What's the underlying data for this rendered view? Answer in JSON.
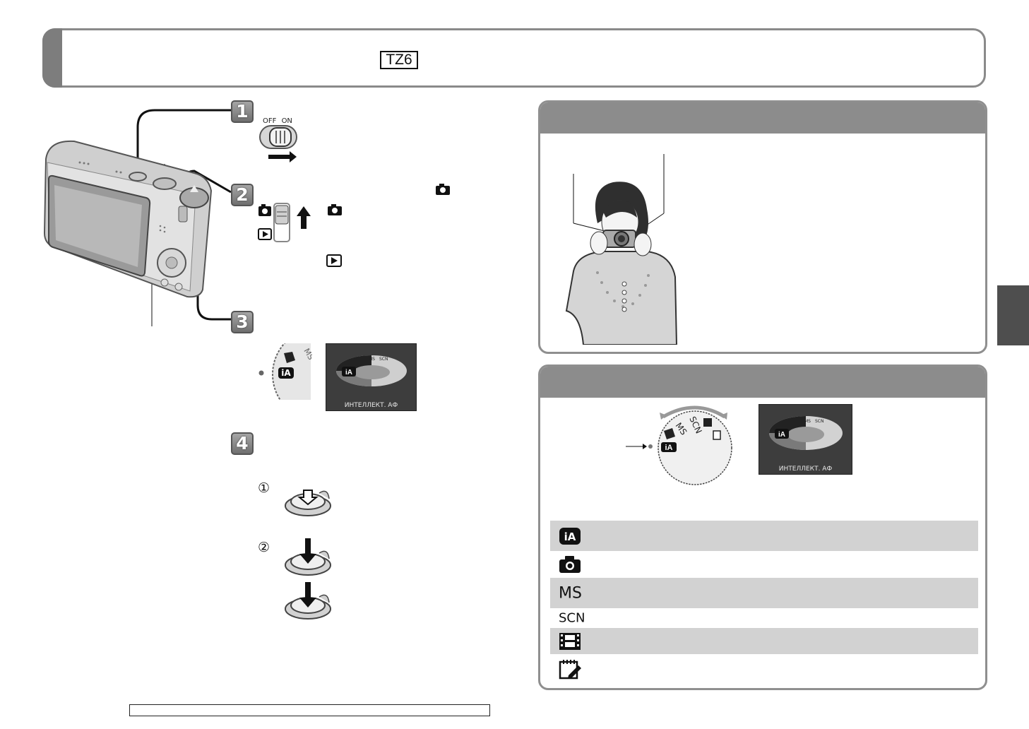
{
  "header": {
    "model_badge": "TZ6"
  },
  "steps": [
    "1",
    "2",
    "3",
    "4"
  ],
  "switch": {
    "off_label": "OFF",
    "on_label": "ON"
  },
  "substeps": [
    "①",
    "②"
  ],
  "lcd_screen": {
    "label": "ИНТЕЛЛЕКТ. АФ",
    "modes": [
      "MS",
      "SCN"
    ]
  },
  "mode_dial": {
    "labels": [
      "MS",
      "SCN"
    ]
  },
  "mode_list": [
    {
      "icon": "intelligent-auto-icon",
      "text": ""
    },
    {
      "icon": "camera-icon",
      "text": ""
    },
    {
      "icon": "ms-icon",
      "text": "MS"
    },
    {
      "icon": "scn-icon",
      "text": "SCN"
    },
    {
      "icon": "motion-picture-icon",
      "text": ""
    },
    {
      "icon": "clipboard-icon",
      "text": ""
    }
  ],
  "colors": {
    "header_tab": "#7d7d7d",
    "panel_head": "#8c8c8c",
    "row_shade": "#d2d2d2",
    "side_tab": "#4e4e4e"
  }
}
